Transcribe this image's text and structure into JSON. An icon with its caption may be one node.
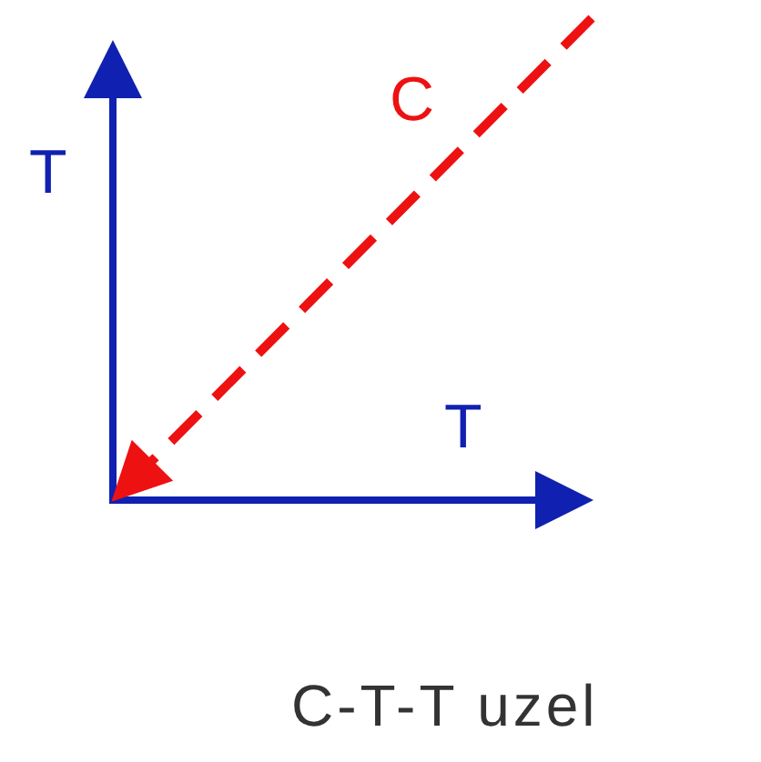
{
  "diagram": {
    "caption": "C-T-T uzel",
    "labels": [
      "C",
      "T",
      "T"
    ]
  }
}
